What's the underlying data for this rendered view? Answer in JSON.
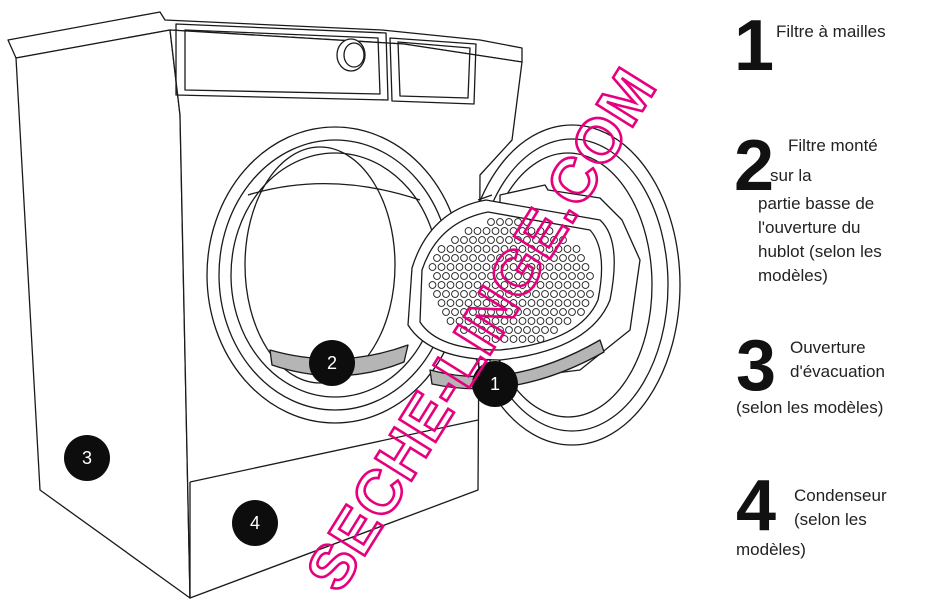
{
  "markers": [
    "1",
    "2",
    "3",
    "4"
  ],
  "legend": [
    {
      "number": "1",
      "lines": [
        "Filtre à mailles"
      ]
    },
    {
      "number": "2",
      "lines": [
        "Filtre monté",
        "sur la",
        "partie basse de",
        "l'ouverture du",
        "hublot (selon les",
        "modèles)"
      ]
    },
    {
      "number": "3",
      "lines": [
        "Ouverture",
        "d'évacuation",
        "(selon les modèles)"
      ]
    },
    {
      "number": "4",
      "lines": [
        "Condenseur",
        "(selon les",
        "modèles)"
      ]
    }
  ],
  "watermark": "SECHE-LINGE.COM",
  "colors": {
    "line": "#1a1a1a",
    "watermark": "#e6007e",
    "badge": "#0d0d0d",
    "filter_band": "#b5b5b5"
  }
}
